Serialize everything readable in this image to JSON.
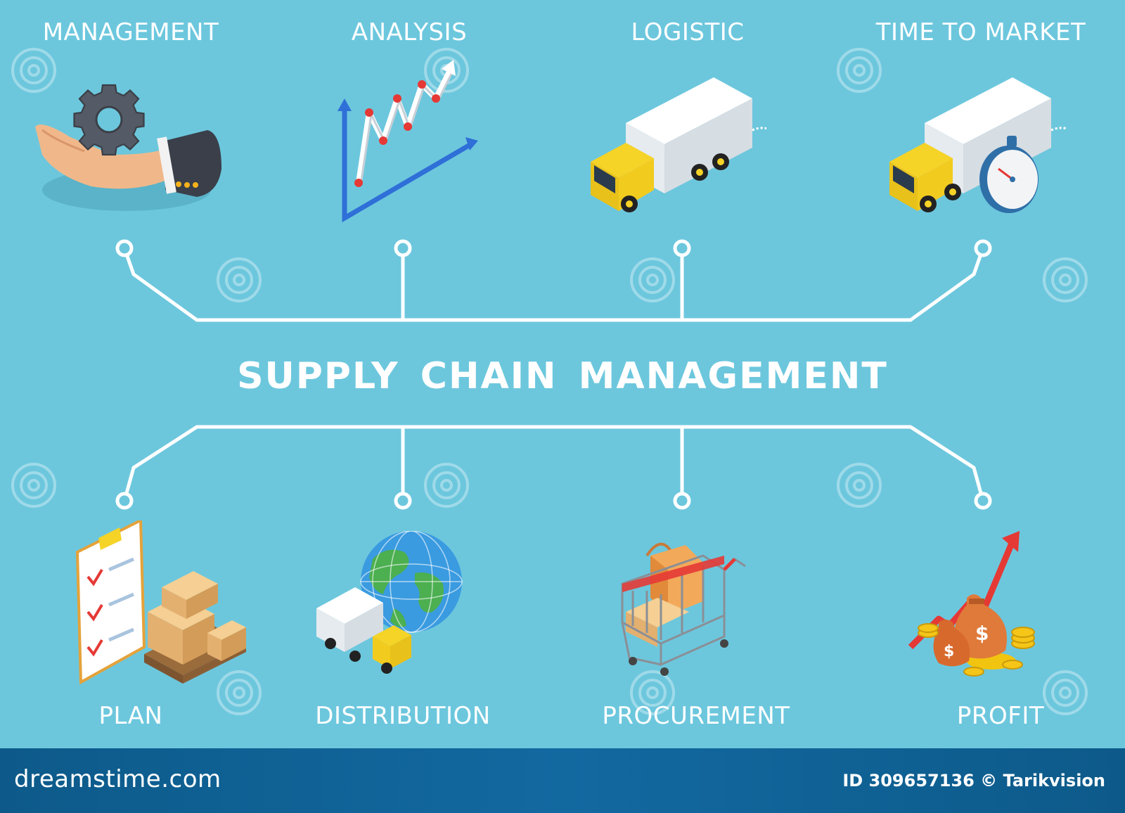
{
  "diagram": {
    "title": "SUPPLY CHAIN MANAGEMENT",
    "top_nodes": [
      {
        "label": "MANAGEMENT",
        "icon": "hand-gear-icon"
      },
      {
        "label": "ANALYSIS",
        "icon": "growth-chart-icon"
      },
      {
        "label": "LOGISTIC",
        "icon": "delivery-truck-icon"
      },
      {
        "label": "TIME TO MARKET",
        "icon": "truck-stopwatch-icon"
      }
    ],
    "bottom_nodes": [
      {
        "label": "PLAN",
        "icon": "checklist-boxes-icon"
      },
      {
        "label": "DISTRIBUTION",
        "icon": "globe-truck-icon"
      },
      {
        "label": "PROCUREMENT",
        "icon": "shopping-cart-icon"
      },
      {
        "label": "PROFIT",
        "icon": "money-bags-icon"
      }
    ],
    "colors": {
      "background": "#6cc7dd",
      "connector": "#ffffff",
      "footer": "#1269a0",
      "truck_yellow": "#f5d327",
      "arrow_red": "#e53935"
    }
  },
  "footer": {
    "brand": "dreamstime.com",
    "credit": "ID 309657136 © Tarikvision"
  }
}
